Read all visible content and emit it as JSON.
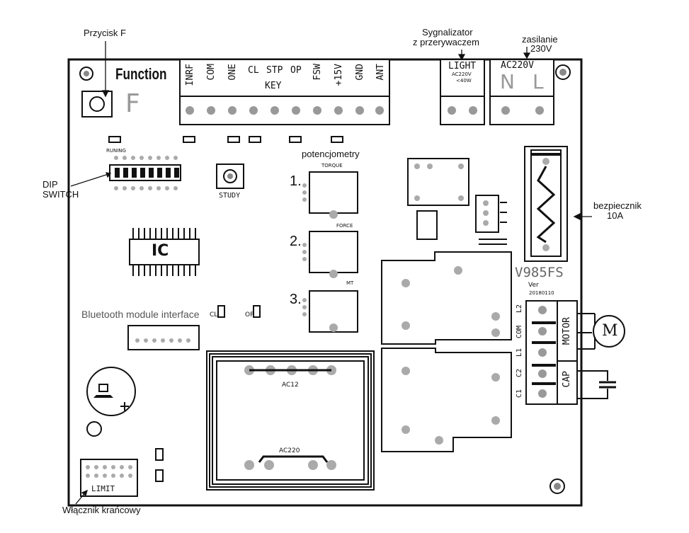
{
  "annotations": {
    "button_f": "Przycisk F",
    "signalizer_line1": "Sygnalizator",
    "signalizer_line2": "z przerywaczem",
    "power_line1": "zasilanie",
    "power_line2": "230V",
    "dip_line1": "DIP",
    "dip_line2": "SWITCH",
    "potentiometers": "potencjometry",
    "pot1": "1.",
    "pot2": "2.",
    "pot3": "3.",
    "fuse_line1": "bezpiecznik",
    "fuse_line2": "10A",
    "limit_switch": "Włącznik krańcowy"
  },
  "board": {
    "function": "Function",
    "f_letter": "F",
    "terminals": [
      "INRF",
      "COM",
      "ONE",
      "CL",
      "STP",
      "OP",
      "FSW",
      "+15V",
      "GND",
      "ANT"
    ],
    "key": "KEY",
    "light": "LIGHT",
    "light_spec1": "AC220V",
    "light_spec2": "<40W",
    "ac_in": "AC220V",
    "n": "N",
    "l": "L",
    "running": "RUNING",
    "study": "STUDY",
    "torque": "TORQUE",
    "force": "FORCE",
    "mt": "MT",
    "ic": "IC",
    "bluetooth": "Bluetooth module interface",
    "cl": "CL",
    "op": "OP",
    "model": "V985FS",
    "ver": "Ver",
    "date": "20180110",
    "motor": "MOTOR",
    "cap": "CAP",
    "motor_pins": [
      "L2",
      "COM",
      "L1"
    ],
    "cap_pins": [
      "C2",
      "C1"
    ],
    "m": "M",
    "ac12": "AC12",
    "ac220": "AC220",
    "limit": "LIMIT"
  }
}
